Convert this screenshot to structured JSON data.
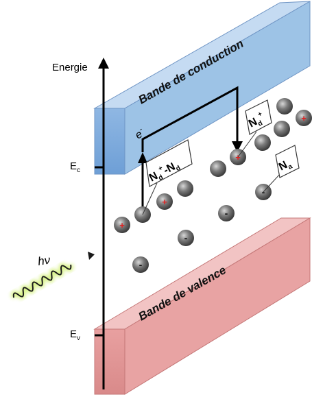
{
  "axis": {
    "label": "Energie"
  },
  "levels": {
    "ec": {
      "main": "E",
      "sub": "c"
    },
    "ev": {
      "main": "E",
      "sub": "v"
    }
  },
  "bands": {
    "conduction": {
      "label": "Bande de conduction",
      "color": "#9dc3e6"
    },
    "valence": {
      "label": "Bande de valence",
      "color": "#e8a3a3"
    }
  },
  "electron": {
    "main": "e",
    "sup": "-"
  },
  "photon": {
    "label": "hν",
    "color": "#1a1a1a",
    "glow": "#b5e61d"
  },
  "callouts": {
    "nd_minus_nd": {
      "a": "N",
      "a_sub": "d",
      "a_sup": "+",
      "sep": "-N",
      "b_sub": "d"
    },
    "nd_plus": {
      "main": "N",
      "sub": "d",
      "sup": "+"
    },
    "na": {
      "main": "N",
      "sub": "a"
    }
  },
  "charges": {
    "plus": "+",
    "minus": "-"
  },
  "colors": {
    "plus": "#e02020",
    "minus": "#111111",
    "ion": "#6e6e6e"
  }
}
